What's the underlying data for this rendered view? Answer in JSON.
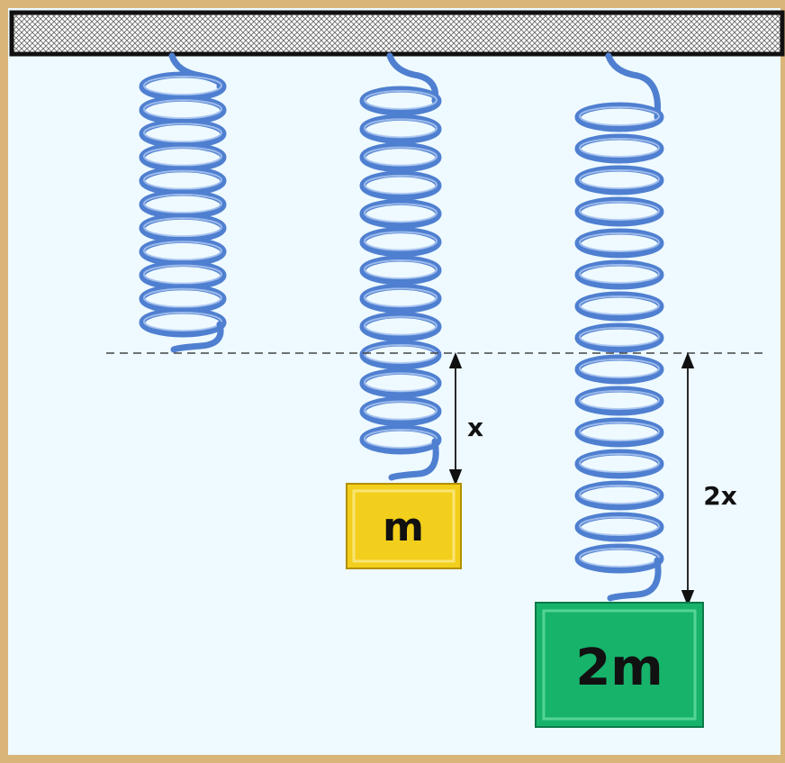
{
  "colors": {
    "frame": "#d9b57a",
    "panel": "#eefaff",
    "spring": "#4f7fd0",
    "spring_light": "#a9c4f0",
    "block_m": "#f2cf1c",
    "block_m_edge": "#b38f00",
    "block_2m": "#17b36b",
    "block_2m_edge": "#0d7a48",
    "ceiling": "#ffffff",
    "ceiling_border": "#111111"
  },
  "springs": [
    {
      "name": "unloaded-spring",
      "turns": 11
    },
    {
      "name": "spring-with-m",
      "turns": 13
    },
    {
      "name": "spring-with-2m",
      "turns": 15
    }
  ],
  "labels": {
    "extension_m": "x",
    "extension_2m": "2x"
  },
  "blocks": {
    "m": {
      "label": "m"
    },
    "two_m": {
      "label": "2m"
    }
  }
}
